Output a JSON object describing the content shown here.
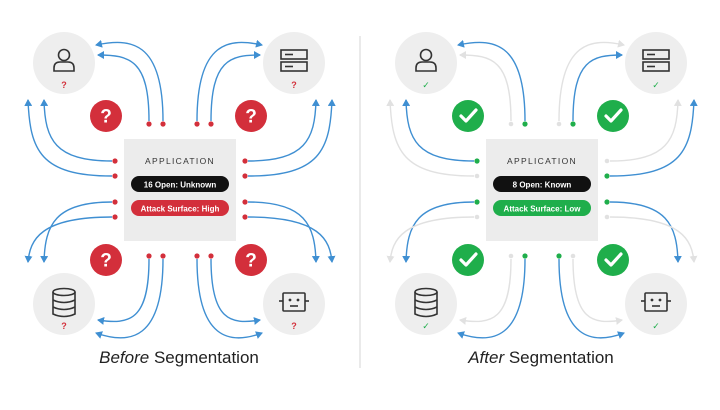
{
  "colors": {
    "blue": "#3f8fd2",
    "faded": "#e1e1e1",
    "red": "#d32f3b",
    "green": "#1fae4b",
    "node_bg": "#eeeeee",
    "card_bg": "#ececec",
    "icon_stroke": "#333333",
    "pill_dark": "#111111",
    "divider": "#d4d4d4"
  },
  "panels": [
    {
      "state": "before",
      "app_title": "APPLICATION",
      "open_label": "16 Open: Unknown",
      "surface_label": "Attack Surface: High",
      "surface_color": "#d32f3b",
      "status_mark": "?",
      "badge_symbol": "question-icon",
      "badge_color": "#d32f3b",
      "caption_em": "Before",
      "caption_rest": " Segmentation",
      "open_ports": 16,
      "ports": [
        "open",
        "open",
        "open",
        "open",
        "open",
        "open",
        "open",
        "open",
        "open",
        "open",
        "open",
        "open",
        "open",
        "open",
        "open",
        "open"
      ],
      "nodes": [
        {
          "icon": "user-icon"
        },
        {
          "icon": "server-icon"
        },
        {
          "icon": "database-icon"
        },
        {
          "icon": "robot-icon"
        }
      ]
    },
    {
      "state": "after",
      "app_title": "APPLICATION",
      "open_label": "8 Open: Known",
      "surface_label": "Attack Surface: Low",
      "surface_color": "#1fae4b",
      "status_mark": "✓",
      "badge_symbol": "check-icon",
      "badge_color": "#1fae4b",
      "caption_em": "After",
      "caption_rest": " Segmentation",
      "open_ports": 8,
      "ports": [
        "closed",
        "open",
        "closed",
        "open",
        "closed",
        "open",
        "open",
        "closed",
        "open",
        "closed",
        "open",
        "closed",
        "closed",
        "open",
        "open",
        "closed"
      ],
      "nodes": [
        {
          "icon": "user-icon"
        },
        {
          "icon": "server-icon"
        },
        {
          "icon": "database-icon"
        },
        {
          "icon": "robot-icon"
        }
      ]
    }
  ]
}
